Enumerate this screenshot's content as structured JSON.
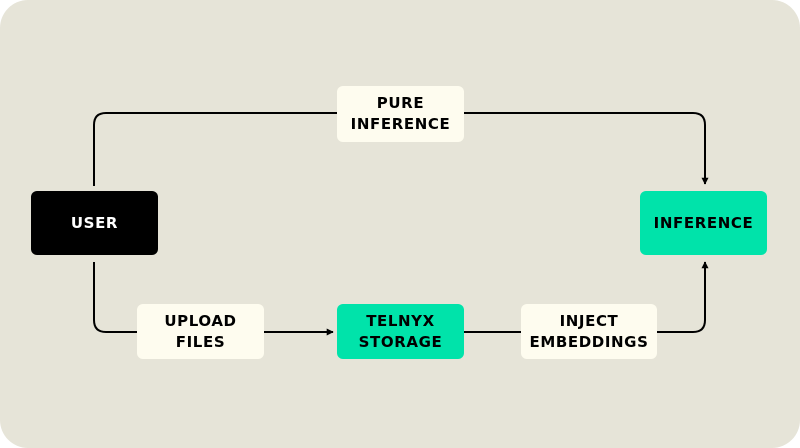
{
  "diagram": {
    "nodes": {
      "user": "USER",
      "inference": "INFERENCE",
      "storage": "TELNYX\nSTORAGE"
    },
    "edge_labels": {
      "pure_inference": "PURE\nINFERENCE",
      "upload_files": "UPLOAD\nFILES",
      "inject_embeddings": "INJECT\nEMBEDDINGS"
    },
    "colors": {
      "background": "#e6e4d8",
      "user_fill": "#000000",
      "accent_fill": "#00e3aa",
      "label_fill": "#fefcef",
      "line": "#000000"
    }
  }
}
